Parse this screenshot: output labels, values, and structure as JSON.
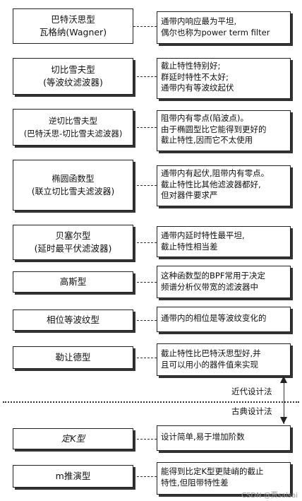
{
  "rows": [
    {
      "left": "巴特沃思型\n瓦格纳(Wagner)",
      "right": "通带内响应最为平坦,\n偶尔也称为power term filter"
    },
    {
      "left": "切比雪夫型\n(等波纹滤波器)",
      "right": "截止特性特别好;\n群延时特性不太好;\n通带内有等波纹起伏"
    },
    {
      "left": "逆切比雪夫型\n(巴特沃思-切比雪夫滤波器)",
      "right": "阻带内有零点(陷波点)。\n由于椭圆型比它能得到更好的\n截止特性,因而它不太使用"
    },
    {
      "left": "椭圆函数型\n(联立切比雪夫滤波器)",
      "right": "通带内有起伏,阻带内有零点。\n截止特性比其他滤波器都好,\n但对器件要求严"
    },
    {
      "left": "贝塞尔型\n(延时最平伏滤波器)",
      "right": "通带内延时特性最平坦,\n截止特性相当差"
    },
    {
      "left": "高斯型",
      "right": "这种函数型的BPF常用于决定\n频谱分析仪带宽的滤波器中"
    },
    {
      "left": "相位等波纹型",
      "right": "通带内的相位是等波纹变化的"
    },
    {
      "left": "勒让德型",
      "right": "截止特性比巴特沃思型好,并\n且可以用小的器件值来实现"
    },
    {
      "left": "定K型",
      "right": "设计简单,易于增加阶数"
    },
    {
      "left": "m推演型",
      "right": "能得到比定K型更陡峭的截止\n特性,但阻带特性差"
    }
  ],
  "divider": {
    "upper": "近代设计法",
    "lower": "古典设计法"
  },
  "watermark": "CSDN @贾saisai"
}
